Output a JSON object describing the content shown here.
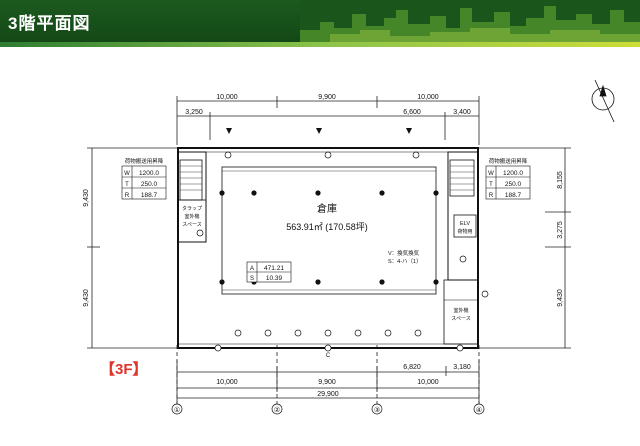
{
  "header": {
    "title": "3階平面図"
  },
  "floor_label": "【3F】",
  "plan": {
    "room_name": "倉庫",
    "area": "563.91㎡ (170.58坪)",
    "dims_top": [
      "10,000",
      "9,900",
      "10,000"
    ],
    "dims_top_sub": [
      "3,250",
      "6,600",
      "3,400"
    ],
    "dims_bottom": [
      "10,000",
      "9,900",
      "10,000"
    ],
    "dims_bottom_sub": [
      "6,820",
      "3,180"
    ],
    "total_width": "29,900",
    "dims_left": [
      "9,430",
      "9,430"
    ],
    "dims_right": [
      "8,155",
      "3,275",
      "9,430"
    ],
    "grid_axes": [
      "①",
      "②",
      "③",
      "④"
    ],
    "left_elevator": {
      "title": "荷物搬送用昇降",
      "rows": [
        [
          "W",
          "1200.0"
        ],
        [
          "T",
          "250.0"
        ],
        [
          "R",
          "188.7"
        ]
      ]
    },
    "right_elevator": {
      "title": "荷物搬送用昇降",
      "rows": [
        [
          "W",
          "1200.0"
        ],
        [
          "T",
          "250.0"
        ],
        [
          "R",
          "188.7"
        ]
      ]
    },
    "left_room": [
      "タラップ",
      "室外機",
      "スペース"
    ],
    "elv_label": [
      "ELV",
      "荷物用"
    ],
    "right_room": [
      "室外機",
      "スペース"
    ],
    "spec_table": [
      [
        "A",
        "471.21"
      ],
      [
        "S",
        "10.39"
      ]
    ],
    "notes": [
      "V：換気換気",
      "S：4-ハ（1）"
    ],
    "cross_note": "C"
  }
}
